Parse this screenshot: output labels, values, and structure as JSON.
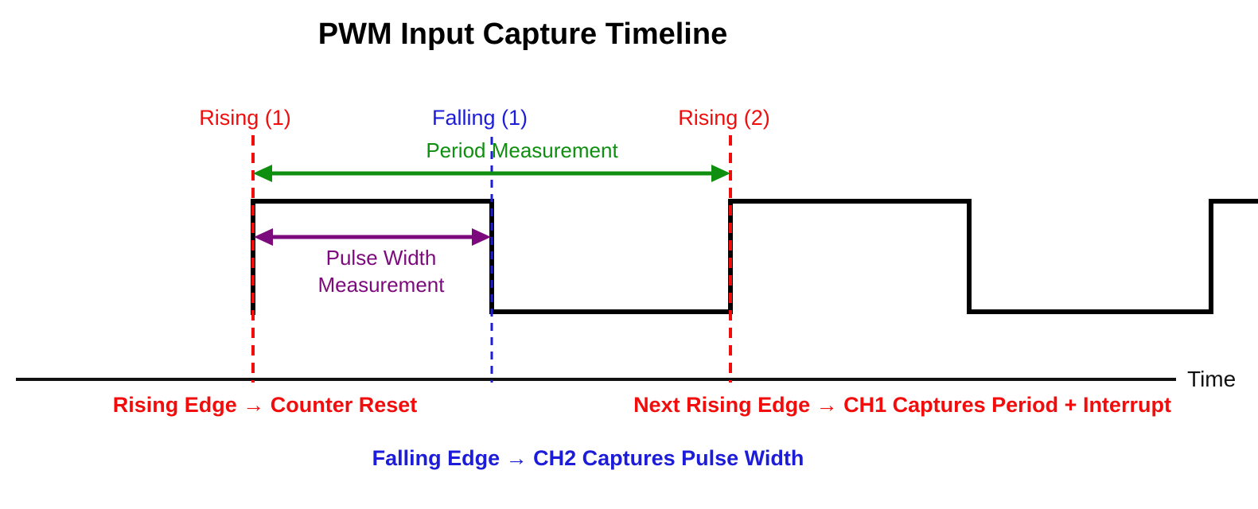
{
  "title": "PWM Input Capture Timeline",
  "edge_labels": [
    {
      "id": "rising-1",
      "text": "Rising (1)",
      "color": "#f20d0d"
    },
    {
      "id": "falling-1",
      "text": "Falling (1)",
      "color": "#1c1cd9"
    },
    {
      "id": "rising-2",
      "text": "Rising (2)",
      "color": "#f20d0d"
    }
  ],
  "measurements": {
    "period_label": "Period Measurement",
    "pulse_width_label_line1": "Pulse Width",
    "pulse_width_label_line2": "Measurement"
  },
  "axis": {
    "label": "Time"
  },
  "annotations": {
    "rising_edge": "Rising Edge → Counter Reset",
    "next_rising_edge": "Next Rising Edge → CH1 Captures Period + Interrupt",
    "falling_edge": "Falling Edge → CH2 Captures Pulse Width"
  },
  "colors": {
    "signal": "#000000",
    "red": "#f20d0d",
    "blue": "#1c1cd9",
    "green": "#0f8f0f",
    "purple": "#7d0a7d"
  },
  "waveform": {
    "type": "digital-square-wave",
    "events": [
      {
        "event": "rising",
        "index": 1,
        "marker": "red-dashed",
        "caption": "Counter Reset"
      },
      {
        "event": "falling",
        "index": 1,
        "marker": "blue-dashed",
        "caption": "CH2 Captures Pulse Width"
      },
      {
        "event": "rising",
        "index": 2,
        "marker": "red-dashed",
        "caption": "CH1 Captures Period + Interrupt"
      },
      {
        "event": "falling",
        "index": 2,
        "marker": "none"
      },
      {
        "event": "rising",
        "index": 3,
        "marker": "none"
      }
    ],
    "duty_cycle_shown": "50%"
  }
}
